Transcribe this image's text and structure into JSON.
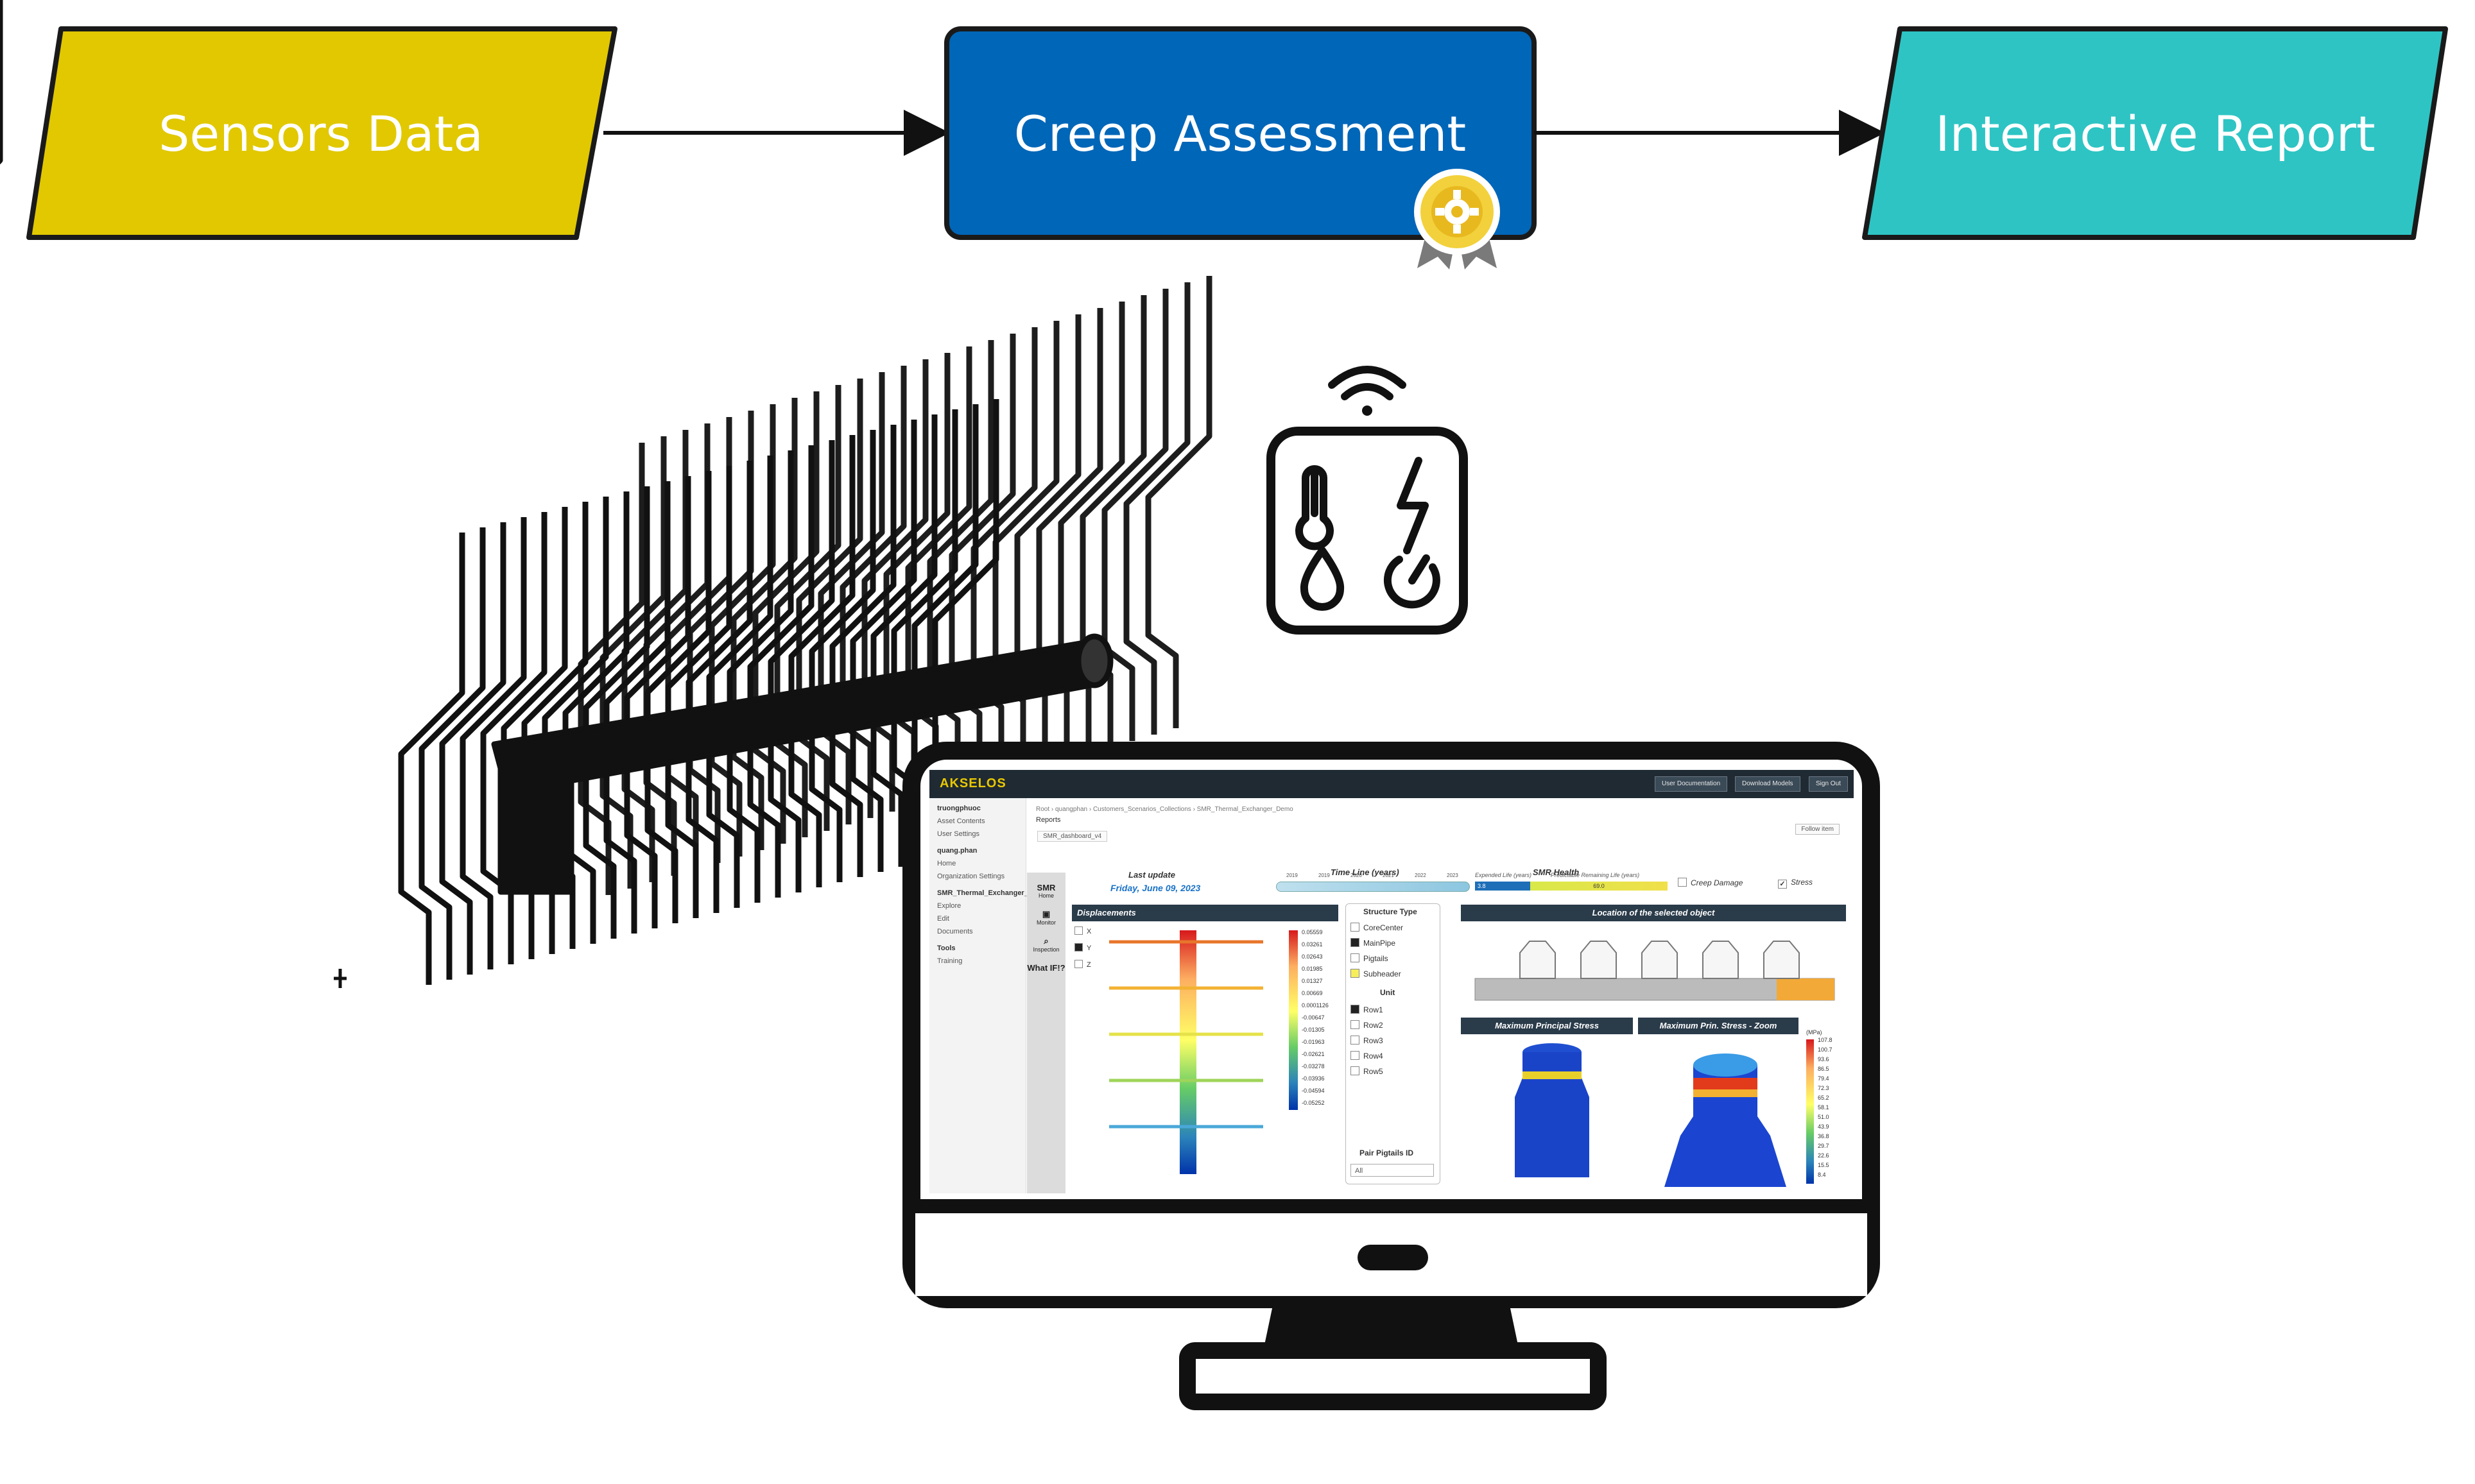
{
  "flow": {
    "step1": "Sensors Data",
    "step2": "Creep Assessment",
    "step3": "Interactive Report",
    "colors": {
      "step1": "#e1c800",
      "step2": "#0066b8",
      "step3": "#2ec4c4"
    }
  },
  "icons": [
    "sensor-device-icon",
    "thermometer-icon",
    "lightning-icon",
    "droplet-icon",
    "pressure-icon",
    "wifi-icon",
    "award-badge-icon",
    "monitor-icon"
  ],
  "dashboard": {
    "brand": "AKSELOS",
    "top_buttons": [
      "User Documentation",
      "Download Models",
      "Sign Out"
    ],
    "sidebar": {
      "user1": "truongphuoc",
      "user1_items": [
        "Asset Contents",
        "User Settings"
      ],
      "user2": "quang.phan",
      "user2_items": [
        "Home",
        "Organization Settings"
      ],
      "model": "SMR_Thermal_Exchanger_De",
      "model_items": [
        "Explore",
        "Edit",
        "Documents"
      ],
      "tools": "Tools",
      "tools_items": [
        "Training"
      ]
    },
    "rail": [
      {
        "title": "SMR",
        "sub": "Home"
      },
      {
        "title": "",
        "sub": "Monitor"
      },
      {
        "title": "",
        "sub": "Inspection"
      },
      {
        "title": "What IF!?",
        "sub": ""
      }
    ],
    "breadcrumb": "Root › quangphan › Customers_Scenarios_Collections › SMR_Thermal_Exchanger_Demo",
    "page": "Reports",
    "tab": "SMR_dashboard_v4",
    "follow": "Follow item",
    "last_update_label": "Last update",
    "last_update_value": "Friday, June 09, 2023",
    "timeline_label": "Time Line (years)",
    "timeline_years": [
      "2019",
      "2019",
      "2020",
      "2021",
      "2022",
      "2023"
    ],
    "health_label": "SMR Health",
    "expended_label": "Expended Life (years)",
    "predictable_label": "Predictable Remaining Life (years)",
    "expended_value": "3.8",
    "predictable_value": "69.0",
    "creep_damage": "Creep Damage",
    "stress": "Stress",
    "displacements": "Displacements",
    "axes": [
      "X",
      "Y",
      "Z"
    ],
    "colorbar_values": [
      "0.05559",
      "0.03261",
      "0.02643",
      "0.01985",
      "0.01327",
      "0.00669",
      "0.0001126",
      "-0.00647",
      "-0.01305",
      "-0.01963",
      "-0.02621",
      "-0.03278",
      "-0.03936",
      "-0.04594",
      "-0.05252"
    ],
    "structure_type": "Structure Type",
    "structure_items": [
      "CoreCenter",
      "MainPipe",
      "Pigtails",
      "Subheader"
    ],
    "unit": "Unit",
    "unit_items": [
      "Row1",
      "Row2",
      "Row3",
      "Row4",
      "Row5"
    ],
    "pair_id": "Pair Pigtails ID",
    "pair_value": "All",
    "location": "Location of the selected object",
    "max_stress": "Maximum Principal Stress",
    "max_stress_zoom": "Maximum Prin. Stress - Zoom",
    "mpa_unit": "(MPa)",
    "mpa_values": [
      "107.8",
      "100.7",
      "93.6",
      "86.5",
      "79.4",
      "72.3",
      "65.2",
      "58.1",
      "51.0",
      "43.9",
      "36.8",
      "29.7",
      "22.6",
      "15.5",
      "8.4"
    ]
  }
}
